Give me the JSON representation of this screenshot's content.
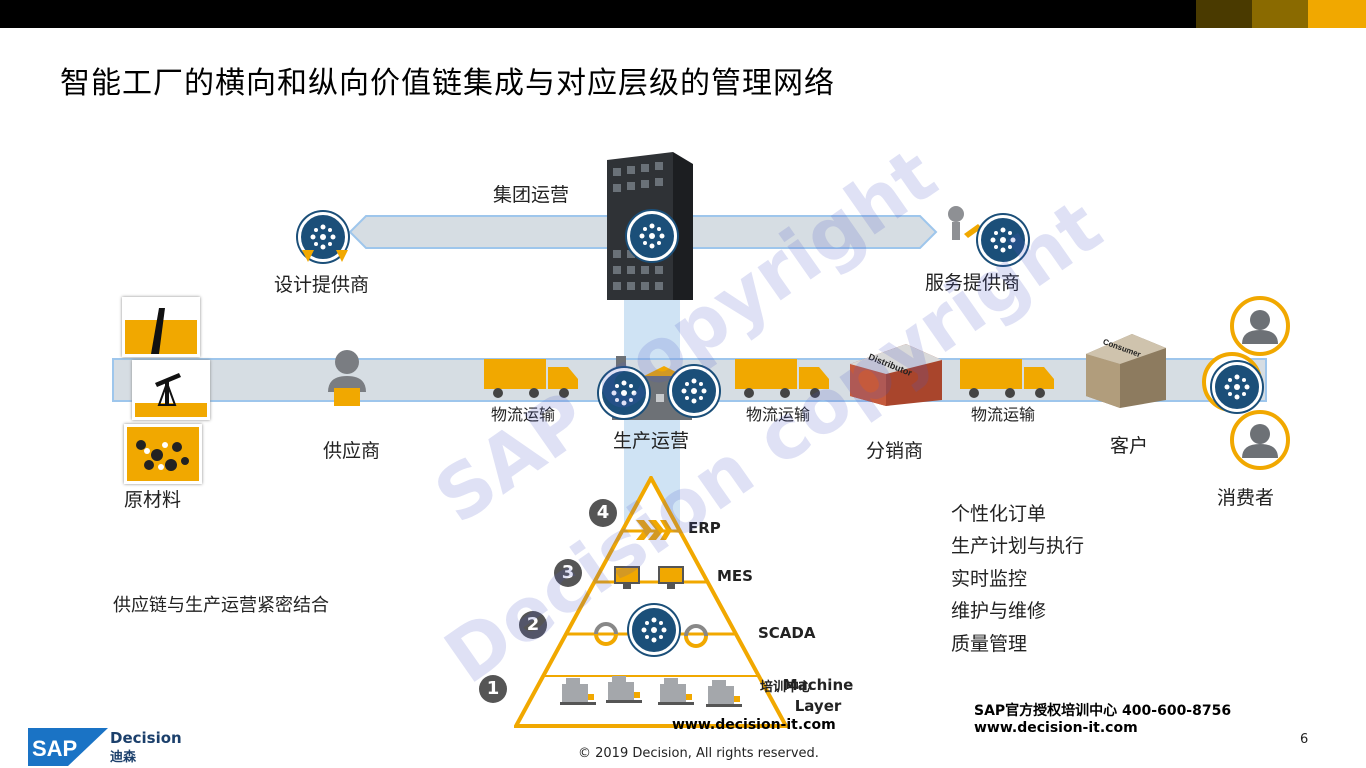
{
  "title": "智能工厂的横向和纵向价值链集成与对应层级的管理网络",
  "header_colors": [
    "#4a3a00",
    "#8a6a00",
    "#c49000",
    "#f1a800"
  ],
  "accent": "#f1a800",
  "node_color": "#1b4f79",
  "labels": {
    "group_ops": "集团运营",
    "design_supplier": "设计提供商",
    "service_supplier": "服务提供商",
    "raw_material": "原材料",
    "supplier": "供应商",
    "logistics_1": "物流运输",
    "logistics_2": "物流运输",
    "logistics_3": "物流运输",
    "production": "生产运营",
    "distributor": "分销商",
    "customer": "客户",
    "consumer": "消费者",
    "supply_chain_note": "供应链与生产运营紧密结合",
    "distributor_sign": "Distributor",
    "customer_sign": "Consumer"
  },
  "pyramid": {
    "levels": [
      {
        "num": "4",
        "label": "ERP"
      },
      {
        "num": "3",
        "label": "MES"
      },
      {
        "num": "2",
        "label": "SCADA"
      },
      {
        "num": "1",
        "label": "Machine Layer"
      }
    ],
    "overlap_text": "培训中心"
  },
  "right_list": [
    "个性化订单",
    "生产计划与执行",
    "实时监控",
    "维护与维修",
    "质量管理"
  ],
  "contact": {
    "line1": "SAP官方授权培训中心 400-600-8756",
    "line2": "www.decision-it.com",
    "line3": "www.decision-it.com"
  },
  "watermark": {
    "line1": "SAP copyright",
    "line2": "Decision copyright"
  },
  "logo": {
    "brand": "SAP",
    "name": "Decision",
    "cn": "迪森"
  },
  "footer": "© 2019 Decision, All rights reserved.",
  "page_number": "6"
}
